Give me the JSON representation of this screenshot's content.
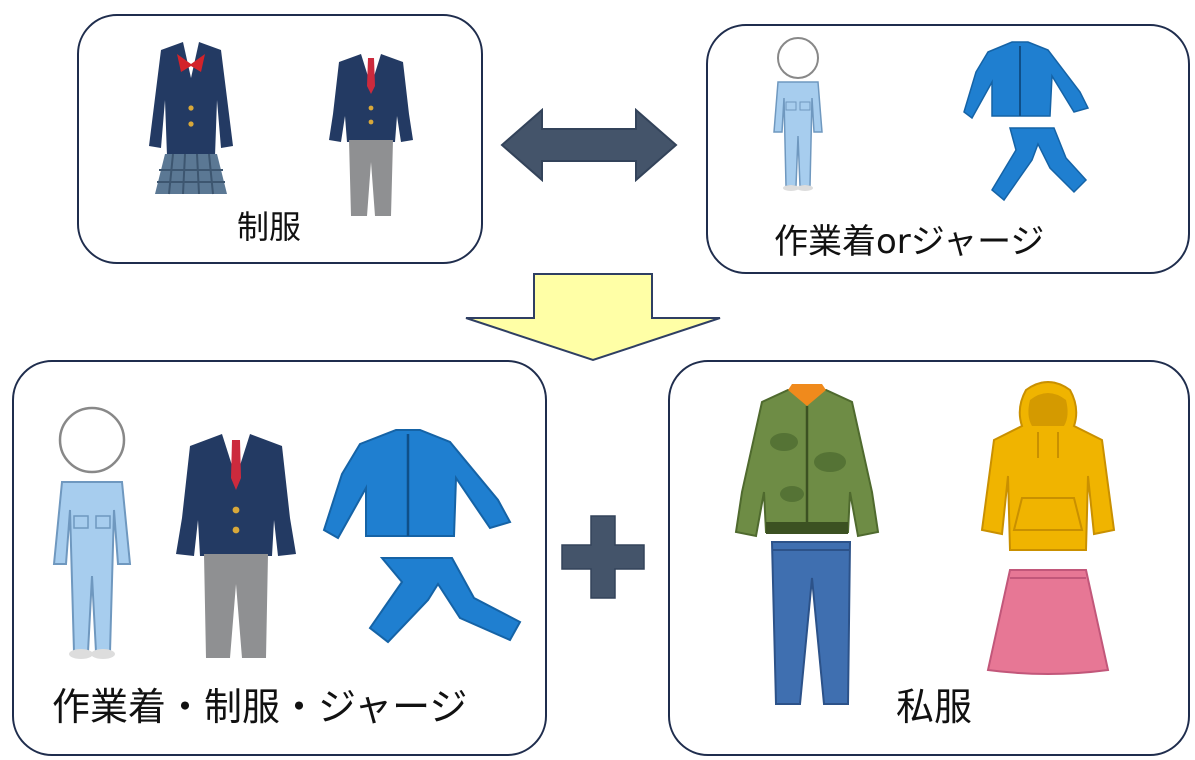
{
  "boxes": {
    "uniform": {
      "label": "制服"
    },
    "work_or_jersey": {
      "label": "作業着orジャージ"
    },
    "combination": {
      "label": "作業着・制服・ジャージ"
    },
    "private_clothes": {
      "label": "私服"
    }
  },
  "icons": {
    "top_connector": "double-arrow-icon",
    "down_arrow": "down-arrow-icon",
    "plus": "plus-icon"
  },
  "colors": {
    "box_border": "#1f2d4d",
    "double_arrow": "#44546a",
    "down_arrow_fill": "#ffffa6",
    "down_arrow_stroke": "#2f3f63",
    "plus": "#44546a",
    "navy_blazer": "#233a63",
    "gray_pants": "#8f9092",
    "light_blue_workwear": "#a7cdee",
    "track_blue": "#1f7fd0",
    "green_jacket": "#6e8c45",
    "jeans": "#3f6fb0",
    "yellow_hoodie": "#f0b400",
    "pink_skirt": "#e77795"
  }
}
